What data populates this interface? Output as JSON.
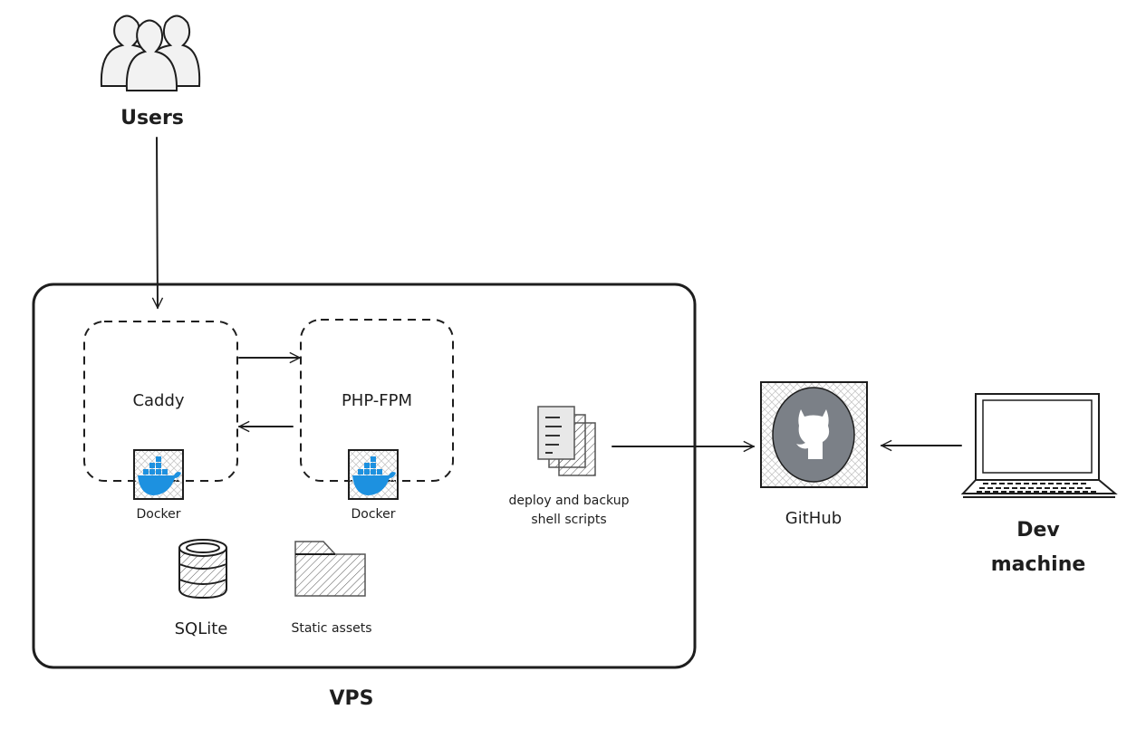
{
  "nodes": {
    "users": {
      "label": "Users",
      "icon": "users-icon"
    },
    "vps": {
      "label": "VPS"
    },
    "caddy": {
      "label": "Caddy",
      "container_label": "Docker",
      "icon": "docker-icon"
    },
    "php_fpm": {
      "label": "PHP-FPM",
      "container_label": "Docker",
      "icon": "docker-icon"
    },
    "sqlite": {
      "label": "SQLite",
      "icon": "database-icon"
    },
    "static_assets": {
      "label": "Static assets",
      "icon": "folder-icon"
    },
    "scripts": {
      "label_line1": "deploy and backup",
      "label_line2": "shell scripts",
      "icon": "documents-icon"
    },
    "github": {
      "label": "GitHub",
      "icon": "github-icon"
    },
    "dev_machine": {
      "label_line1": "Dev",
      "label_line2": "machine",
      "icon": "laptop-icon"
    }
  },
  "edges": [
    {
      "from": "Users",
      "to": "Caddy"
    },
    {
      "from": "Caddy",
      "to": "PHP-FPM"
    },
    {
      "from": "PHP-FPM",
      "to": "Caddy"
    },
    {
      "from": "deploy and backup shell scripts",
      "to": "GitHub"
    },
    {
      "from": "Dev machine",
      "to": "GitHub"
    }
  ],
  "colors": {
    "docker": "#1d91e0",
    "github_circle": "#7b8087",
    "stroke": "#1e1e1e"
  }
}
